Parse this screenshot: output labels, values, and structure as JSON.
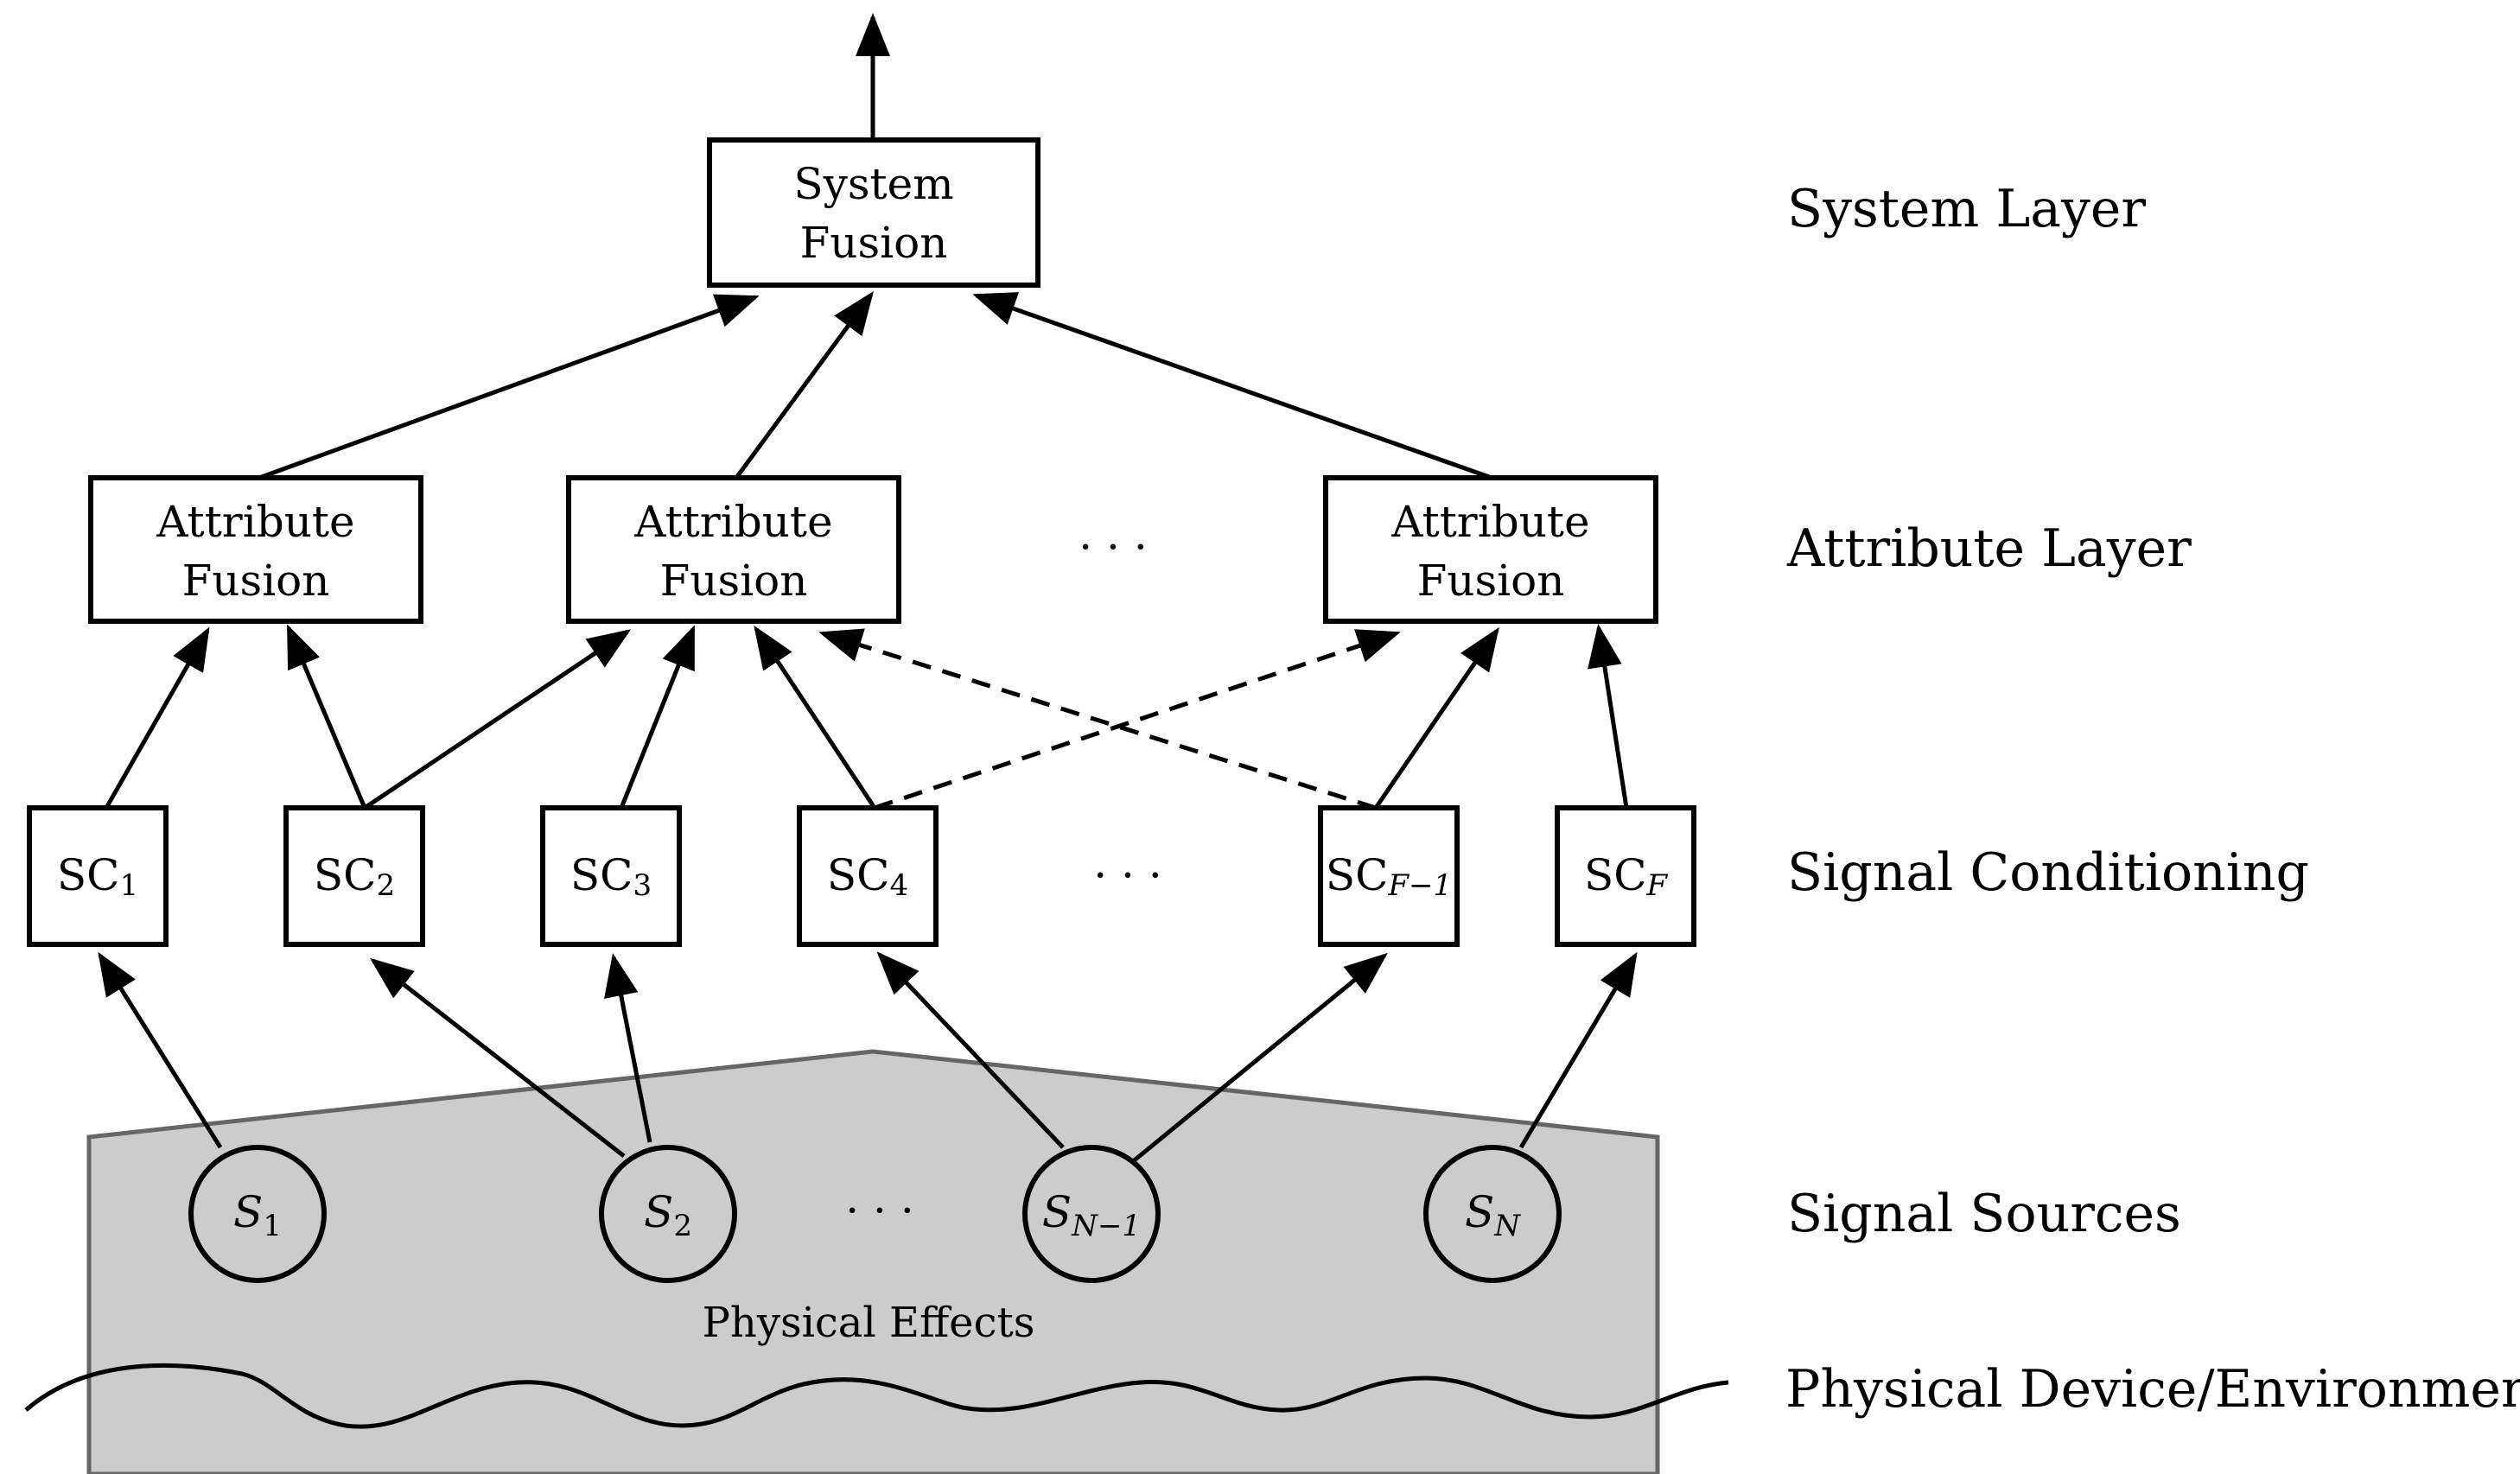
{
  "system": {
    "line1": "System",
    "line2": "Fusion"
  },
  "attribute_nodes": [
    {
      "line1": "Attribute",
      "line2": "Fusion"
    },
    {
      "line1": "Attribute",
      "line2": "Fusion"
    },
    {
      "line1": "Attribute",
      "line2": "Fusion"
    }
  ],
  "sc_nodes": [
    {
      "base": "SC",
      "sub": "1"
    },
    {
      "base": "SC",
      "sub": "2"
    },
    {
      "base": "SC",
      "sub": "3"
    },
    {
      "base": "SC",
      "sub": "4"
    },
    {
      "base": "SC",
      "sub": "F−1"
    },
    {
      "base": "SC",
      "sub": "F"
    }
  ],
  "source_nodes": [
    {
      "base": "S",
      "sub": "1"
    },
    {
      "base": "S",
      "sub": "2"
    },
    {
      "base": "S",
      "sub": "N−1"
    },
    {
      "base": "S",
      "sub": "N"
    }
  ],
  "ellipsis": "· · ·",
  "physical_effects": "Physical Effects",
  "layers": {
    "system": "System Layer",
    "attribute": "Attribute Layer",
    "signal_conditioning": "Signal Conditioning",
    "signal_sources": "Signal Sources",
    "physical": "Physical Device/Environment"
  },
  "colors": {
    "region_fill": "#cccccc",
    "region_stroke": "#666666",
    "stroke": "#000000"
  }
}
